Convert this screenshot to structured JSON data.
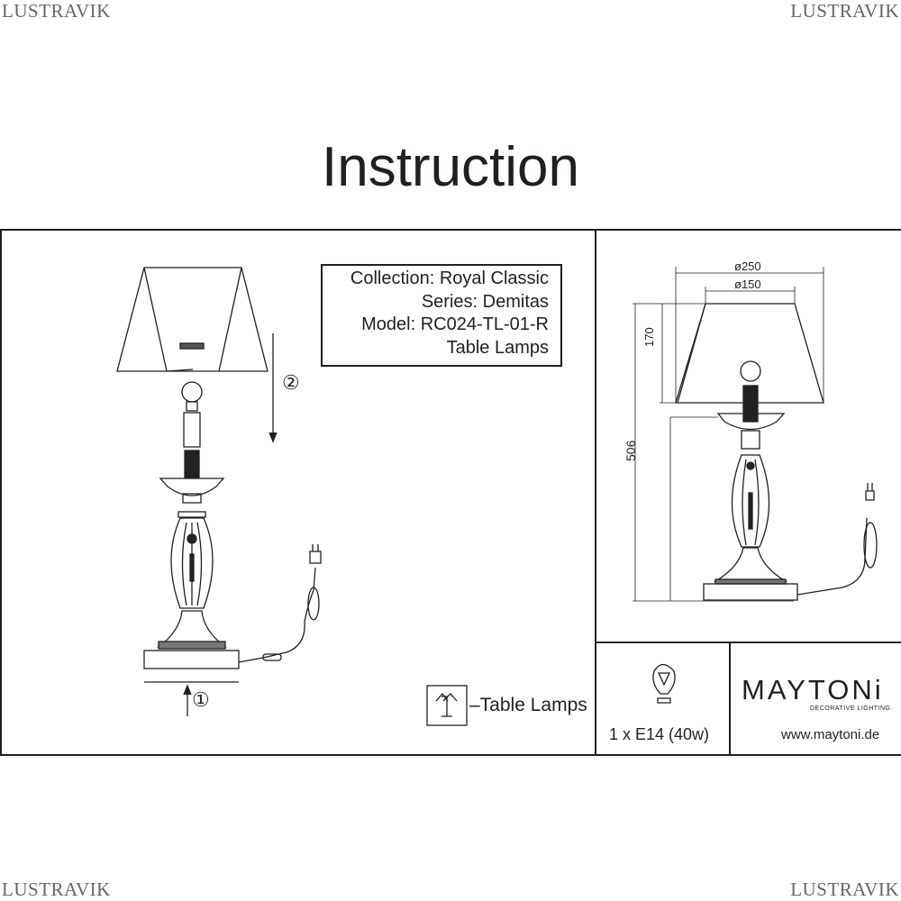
{
  "watermark": "LUSTRAVIK",
  "title": "Instruction",
  "info": {
    "collection": "Collection: Royal Classic",
    "series": "Series: Demitas",
    "model": "Model: RC024-TL-01-R",
    "type": "Table Lamps"
  },
  "steps": {
    "step1": "①",
    "step2": "②"
  },
  "legend": {
    "label": "–Table Lamps"
  },
  "dimensions": {
    "d_outer": "ø250",
    "d_inner": "ø150",
    "shade_height": "170",
    "total_height": "506"
  },
  "bulb": {
    "spec": "1 x E14 (40w)"
  },
  "brand": {
    "name": "MAYTONi",
    "tagline": "DECORATIVE LIGHTING",
    "url": "www.maytoni.de"
  }
}
